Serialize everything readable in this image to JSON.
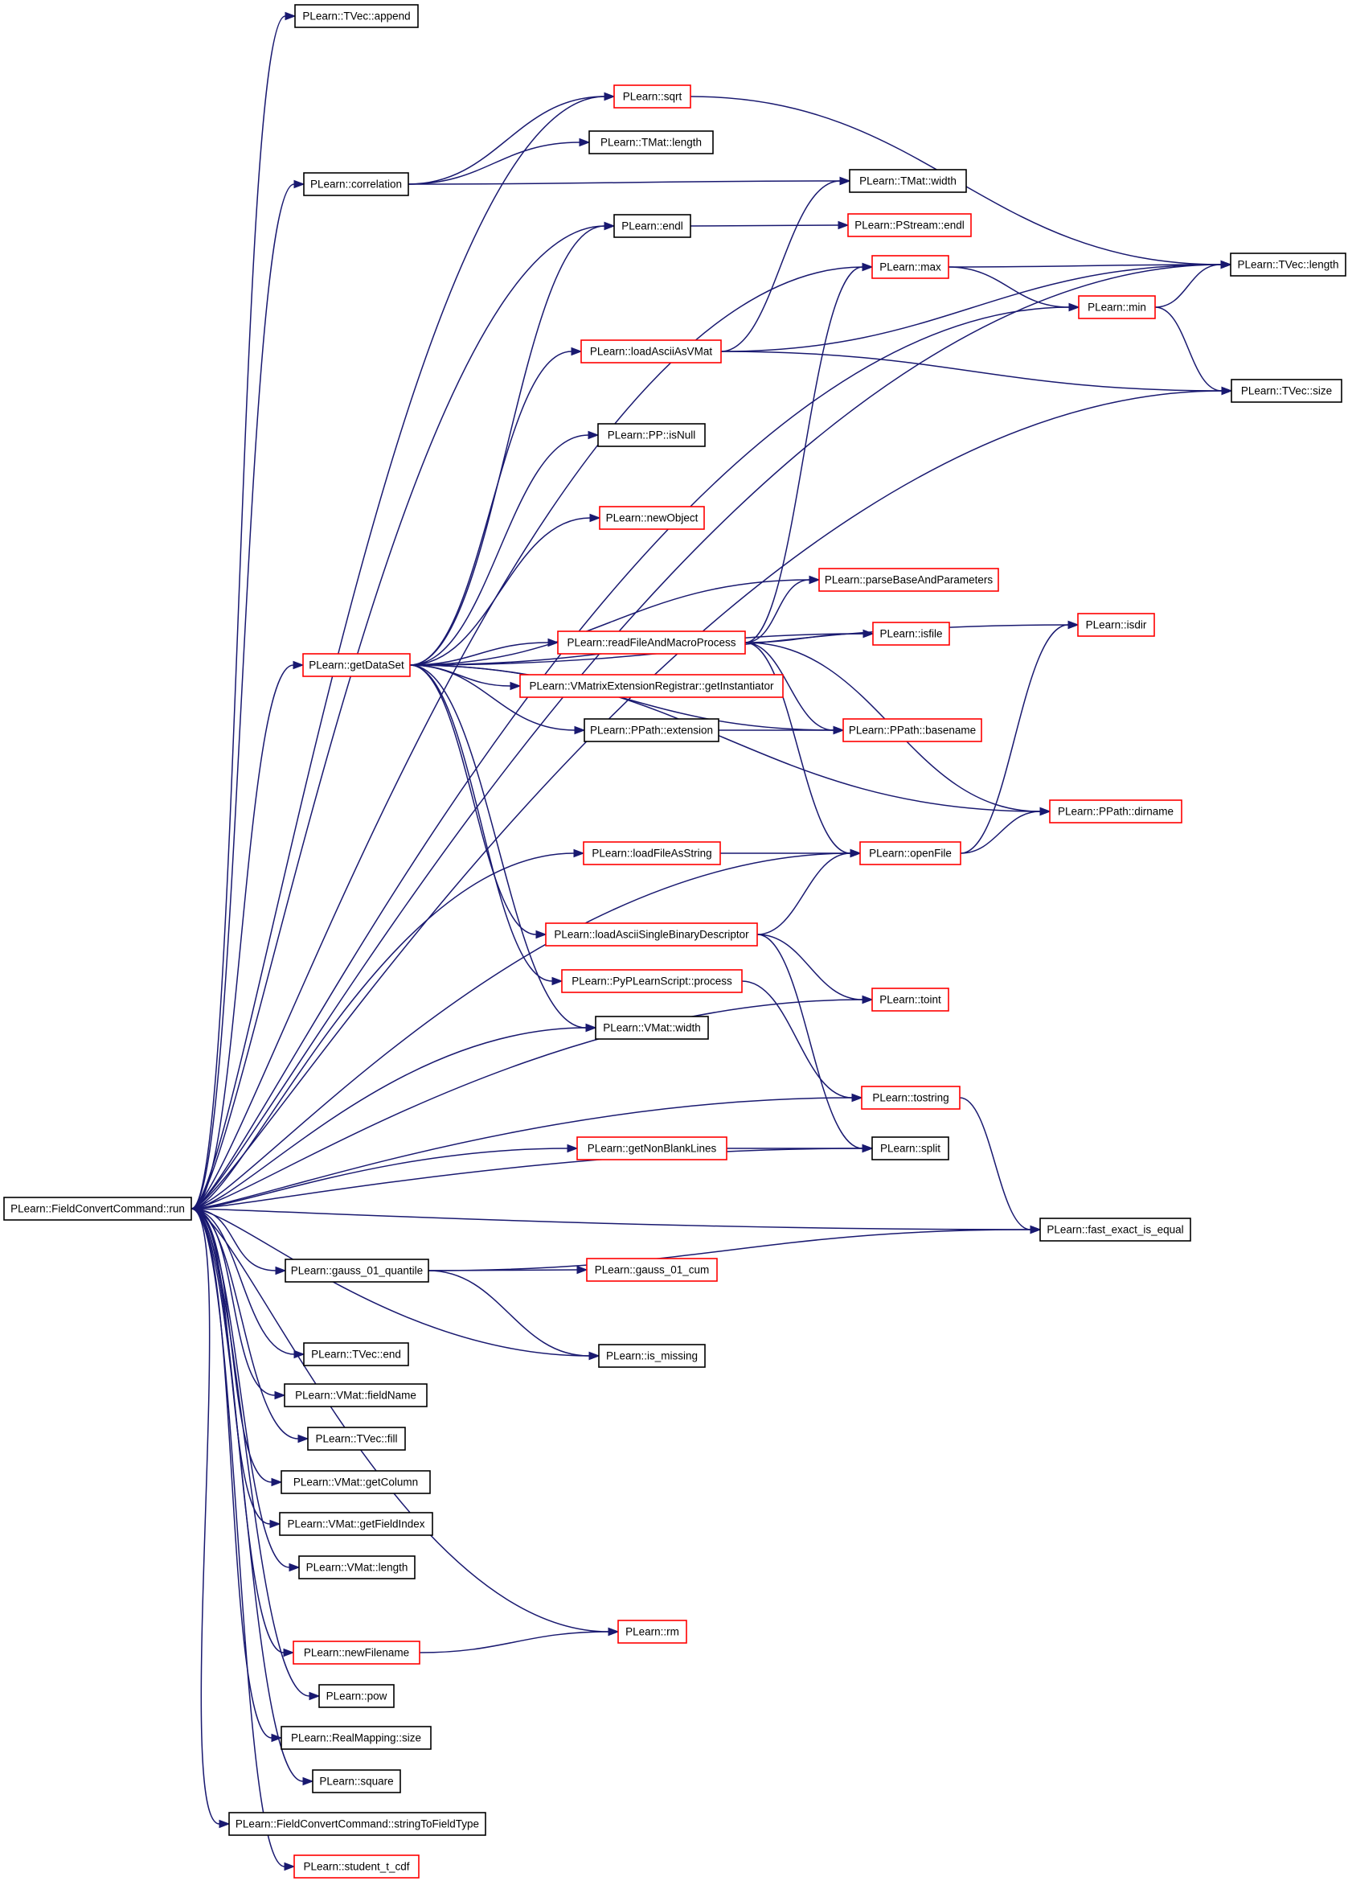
{
  "diagram": {
    "type": "call-graph",
    "colors": {
      "edge": "#191970",
      "node_default": "#000000",
      "node_truncated": "#ff0000",
      "root_fill": "#bfbfbf"
    },
    "nodes": [
      {
        "id": "run",
        "label": "PLearn::FieldConvertCommand::run",
        "style": "root"
      },
      {
        "id": "append",
        "label": "PLearn::TVec::append",
        "style": "normal"
      },
      {
        "id": "sqrt",
        "label": "PLearn::sqrt",
        "style": "truncated"
      },
      {
        "id": "tmatlength",
        "label": "PLearn::TMat::length",
        "style": "normal"
      },
      {
        "id": "correlation",
        "label": "PLearn::correlation",
        "style": "normal"
      },
      {
        "id": "tmatwidth",
        "label": "PLearn::TMat::width",
        "style": "normal"
      },
      {
        "id": "endl",
        "label": "PLearn::endl",
        "style": "normal"
      },
      {
        "id": "pstreamendl",
        "label": "PLearn::PStream::endl",
        "style": "truncated"
      },
      {
        "id": "max",
        "label": "PLearn::max",
        "style": "truncated"
      },
      {
        "id": "tveclength",
        "label": "PLearn::TVec::length",
        "style": "normal"
      },
      {
        "id": "min",
        "label": "PLearn::min",
        "style": "truncated"
      },
      {
        "id": "loadasciiasvmat",
        "label": "PLearn::loadAsciiAsVMat",
        "style": "truncated"
      },
      {
        "id": "tvecsize",
        "label": "PLearn::TVec::size",
        "style": "normal"
      },
      {
        "id": "isnull",
        "label": "PLearn::PP::isNull",
        "style": "normal"
      },
      {
        "id": "newobject",
        "label": "PLearn::newObject",
        "style": "truncated"
      },
      {
        "id": "parsebase",
        "label": "PLearn::parseBaseAndParameters",
        "style": "truncated"
      },
      {
        "id": "isdir",
        "label": "PLearn::isdir",
        "style": "truncated"
      },
      {
        "id": "isfile",
        "label": "PLearn::isfile",
        "style": "truncated"
      },
      {
        "id": "getdataset",
        "label": "PLearn::getDataSet",
        "style": "truncated"
      },
      {
        "id": "readfile",
        "label": "PLearn::readFileAndMacroProcess",
        "style": "truncated"
      },
      {
        "id": "getinst",
        "label": "PLearn::VMatrixExtensionRegistrar::getInstantiator",
        "style": "truncated"
      },
      {
        "id": "extension",
        "label": "PLearn::PPath::extension",
        "style": "normal"
      },
      {
        "id": "basename",
        "label": "PLearn::PPath::basename",
        "style": "truncated"
      },
      {
        "id": "dirname",
        "label": "PLearn::PPath::dirname",
        "style": "truncated"
      },
      {
        "id": "loadfileasstring",
        "label": "PLearn::loadFileAsString",
        "style": "truncated"
      },
      {
        "id": "openfile",
        "label": "PLearn::openFile",
        "style": "truncated"
      },
      {
        "id": "loadasciisingle",
        "label": "PLearn::loadAsciiSingleBinaryDescriptor",
        "style": "truncated"
      },
      {
        "id": "toint",
        "label": "PLearn::toint",
        "style": "truncated"
      },
      {
        "id": "pyprocess",
        "label": "PLearn::PyPLearnScript::process",
        "style": "truncated"
      },
      {
        "id": "vmatwidth",
        "label": "PLearn::VMat::width",
        "style": "normal"
      },
      {
        "id": "tostring",
        "label": "PLearn::tostring",
        "style": "truncated"
      },
      {
        "id": "getnonblank",
        "label": "PLearn::getNonBlankLines",
        "style": "truncated"
      },
      {
        "id": "split",
        "label": "PLearn::split",
        "style": "normal"
      },
      {
        "id": "fastexact",
        "label": "PLearn::fast_exact_is_equal",
        "style": "normal"
      },
      {
        "id": "gaussquantile",
        "label": "PLearn::gauss_01_quantile",
        "style": "normal"
      },
      {
        "id": "gausscum",
        "label": "PLearn::gauss_01_cum",
        "style": "truncated"
      },
      {
        "id": "tvecend",
        "label": "PLearn::TVec::end",
        "style": "normal"
      },
      {
        "id": "ismissing",
        "label": "PLearn::is_missing",
        "style": "normal"
      },
      {
        "id": "fieldname",
        "label": "PLearn::VMat::fieldName",
        "style": "normal"
      },
      {
        "id": "tvecfill",
        "label": "PLearn::TVec::fill",
        "style": "normal"
      },
      {
        "id": "getcolumn",
        "label": "PLearn::VMat::getColumn",
        "style": "normal"
      },
      {
        "id": "getfieldindex",
        "label": "PLearn::VMat::getFieldIndex",
        "style": "normal"
      },
      {
        "id": "vmatlength",
        "label": "PLearn::VMat::length",
        "style": "normal"
      },
      {
        "id": "rm",
        "label": "PLearn::rm",
        "style": "truncated"
      },
      {
        "id": "newfilename",
        "label": "PLearn::newFilename",
        "style": "truncated"
      },
      {
        "id": "pow",
        "label": "PLearn::pow",
        "style": "normal"
      },
      {
        "id": "realmapsize",
        "label": "PLearn::RealMapping::size",
        "style": "normal"
      },
      {
        "id": "square",
        "label": "PLearn::square",
        "style": "normal"
      },
      {
        "id": "stringtofield",
        "label": "PLearn::FieldConvertCommand::stringToFieldType",
        "style": "normal"
      },
      {
        "id": "studentt",
        "label": "PLearn::student_t_cdf",
        "style": "truncated"
      }
    ],
    "edges": [
      [
        "run",
        "append"
      ],
      [
        "run",
        "sqrt"
      ],
      [
        "run",
        "tveclength"
      ],
      [
        "run",
        "correlation"
      ],
      [
        "run",
        "endl"
      ],
      [
        "run",
        "max"
      ],
      [
        "run",
        "min"
      ],
      [
        "run",
        "tvecsize"
      ],
      [
        "run",
        "getdataset"
      ],
      [
        "run",
        "loadfileasstring"
      ],
      [
        "run",
        "openfile"
      ],
      [
        "run",
        "vmatwidth"
      ],
      [
        "run",
        "toint"
      ],
      [
        "run",
        "tostring"
      ],
      [
        "run",
        "getnonblank"
      ],
      [
        "run",
        "split"
      ],
      [
        "run",
        "fastexact"
      ],
      [
        "run",
        "gaussquantile"
      ],
      [
        "run",
        "ismissing"
      ],
      [
        "run",
        "tvecend"
      ],
      [
        "run",
        "fieldname"
      ],
      [
        "run",
        "tvecfill"
      ],
      [
        "run",
        "getcolumn"
      ],
      [
        "run",
        "getfieldindex"
      ],
      [
        "run",
        "vmatlength"
      ],
      [
        "run",
        "rm"
      ],
      [
        "run",
        "newfilename"
      ],
      [
        "run",
        "pow"
      ],
      [
        "run",
        "realmapsize"
      ],
      [
        "run",
        "square"
      ],
      [
        "run",
        "stringtofield"
      ],
      [
        "run",
        "studentt"
      ],
      [
        "correlation",
        "sqrt"
      ],
      [
        "correlation",
        "tmatlength"
      ],
      [
        "correlation",
        "tmatwidth"
      ],
      [
        "sqrt",
        "tveclength"
      ],
      [
        "endl",
        "pstreamendl"
      ],
      [
        "max",
        "tveclength"
      ],
      [
        "max",
        "min"
      ],
      [
        "min",
        "tveclength"
      ],
      [
        "min",
        "tvecsize"
      ],
      [
        "loadasciiasvmat",
        "tmatwidth"
      ],
      [
        "loadasciiasvmat",
        "tveclength"
      ],
      [
        "loadasciiasvmat",
        "tvecsize"
      ],
      [
        "getdataset",
        "endl"
      ],
      [
        "getdataset",
        "loadasciiasvmat"
      ],
      [
        "getdataset",
        "isnull"
      ],
      [
        "getdataset",
        "isdir"
      ],
      [
        "getdataset",
        "newobject"
      ],
      [
        "getdataset",
        "parsebase"
      ],
      [
        "getdataset",
        "isfile"
      ],
      [
        "getdataset",
        "readfile"
      ],
      [
        "getdataset",
        "getinst"
      ],
      [
        "getdataset",
        "extension"
      ],
      [
        "getdataset",
        "basename"
      ],
      [
        "getdataset",
        "dirname"
      ],
      [
        "getdataset",
        "loadasciisingle"
      ],
      [
        "getdataset",
        "pyprocess"
      ],
      [
        "getdataset",
        "vmatwidth"
      ],
      [
        "readfile",
        "max"
      ],
      [
        "readfile",
        "parsebase"
      ],
      [
        "readfile",
        "isfile"
      ],
      [
        "readfile",
        "basename"
      ],
      [
        "readfile",
        "openfile"
      ],
      [
        "readfile",
        "dirname"
      ],
      [
        "extension",
        "basename"
      ],
      [
        "loadfileasstring",
        "openfile"
      ],
      [
        "openfile",
        "isdir"
      ],
      [
        "openfile",
        "dirname"
      ],
      [
        "loadasciisingle",
        "openfile"
      ],
      [
        "loadasciisingle",
        "toint"
      ],
      [
        "loadasciisingle",
        "split"
      ],
      [
        "pyprocess",
        "tostring"
      ],
      [
        "getnonblank",
        "split"
      ],
      [
        "tostring",
        "fastexact"
      ],
      [
        "gaussquantile",
        "gausscum"
      ],
      [
        "gaussquantile",
        "fastexact"
      ],
      [
        "gaussquantile",
        "ismissing"
      ],
      [
        "newfilename",
        "rm"
      ]
    ]
  }
}
